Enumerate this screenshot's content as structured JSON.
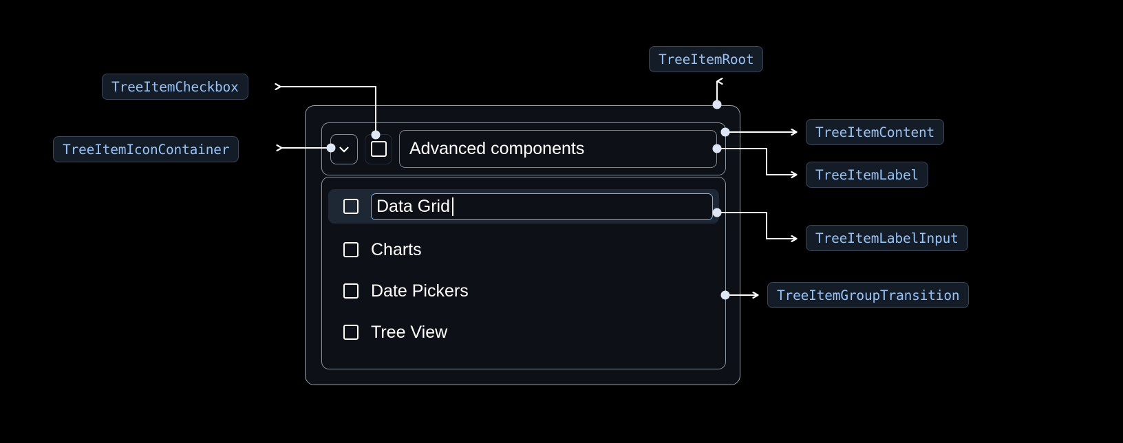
{
  "theme": {
    "page_background": "#000000",
    "chip_background": "#141c28",
    "chip_border": "#3b4759",
    "chip_text": "#97c2f5",
    "widget_background": "#0d1117",
    "widget_border": "#9aa2ac",
    "connector_color": "#ffffff",
    "connector_dot_color": "#dde6f2",
    "selected_row_background": "#1e2835",
    "input_focus_border": "#7fb4e8",
    "primary_text": "#ffffff"
  },
  "annotations": [
    {
      "id": "tree-item-checkbox",
      "label": "TreeItemCheckbox"
    },
    {
      "id": "tree-item-icon-container",
      "label": "TreeItemIconContainer"
    },
    {
      "id": "tree-item-root",
      "label": "TreeItemRoot"
    },
    {
      "id": "tree-item-content",
      "label": "TreeItemContent"
    },
    {
      "id": "tree-item-label",
      "label": "TreeItemLabel"
    },
    {
      "id": "tree-item-label-input",
      "label": "TreeItemLabelInput"
    },
    {
      "id": "tree-item-group-transition",
      "label": "TreeItemGroupTransition"
    }
  ],
  "tree": {
    "root_item": {
      "icon": "chevron-down-icon",
      "expanded": true,
      "checkbox_checked": false,
      "label": "Advanced components"
    },
    "editing_item": {
      "checkbox_checked": false,
      "input_value": "Data Grid",
      "input_placeholder": "",
      "focused": true,
      "caret_visible": true
    },
    "children": [
      {
        "label": "Charts",
        "checkbox_checked": false
      },
      {
        "label": "Date Pickers",
        "checkbox_checked": false
      },
      {
        "label": "Tree View",
        "checkbox_checked": false
      }
    ]
  }
}
